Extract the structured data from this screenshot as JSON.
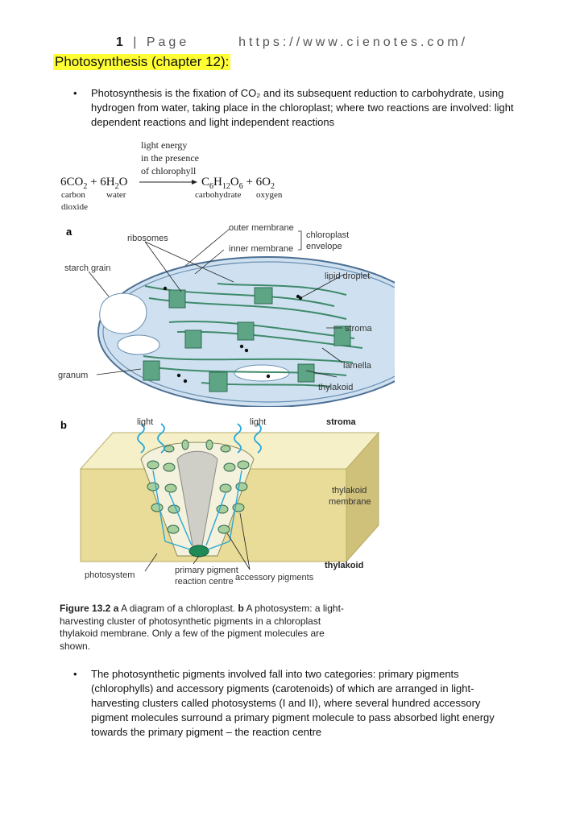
{
  "header": {
    "page_number": "1",
    "separator": "|",
    "page_word": "Page",
    "url": "https://www.cienotes.com/"
  },
  "title": "Photosynthesis (chapter 12):",
  "bullet1": "Photosynthesis is the fixation of CO₂ and its subsequent reduction to carbohydrate, using hydrogen from water, taking place in the chloroplast; where two reactions are involved: light dependent reactions and light independent reactions",
  "equation": {
    "condition_line1": "light energy",
    "condition_line2": "in the presence",
    "condition_line3": "of chlorophyll",
    "lhs_1": "6CO",
    "lhs_1_sub": "2",
    "lhs_plus": " + 6H",
    "lhs_2_sub": "2",
    "lhs_2_end": "O",
    "rhs_1": "C",
    "rhs_1_sub_a": "6",
    "rhs_1_mid": "H",
    "rhs_1_sub_b": "12",
    "rhs_1_end": "O",
    "rhs_1_sub_c": "6",
    "rhs_plus": " + 6O",
    "rhs_2_sub": "2",
    "label_carbon": "carbon",
    "label_water": "water",
    "label_dioxide": "dioxide",
    "label_carbohydrate": "carbohydrate",
    "label_oxygen": "oxygen"
  },
  "diagram_a": {
    "letter": "a",
    "ribosomes": "ribosomes",
    "outer_membrane": "outer membrane",
    "inner_membrane": "inner membrane",
    "envelope_1": "chloroplast",
    "envelope_2": "envelope",
    "starch_grain": "starch grain",
    "lipid_droplet": "lipid droplet",
    "stroma": "stroma",
    "lamella": "lamella",
    "granum": "granum",
    "thylakoid": "thylakoid"
  },
  "diagram_b": {
    "letter": "b",
    "light_left": "light",
    "light_right": "light",
    "stroma": "stroma",
    "thylakoid_membrane_1": "thylakoid",
    "thylakoid_membrane_2": "membrane",
    "thylakoid": "thylakoid",
    "photosystem": "photosystem",
    "primary_1": "primary pigment",
    "primary_2": "reaction centre",
    "accessory": "accessory pigments"
  },
  "caption": {
    "figure": "Figure 13.2",
    "a": "a",
    "a_text": " A diagram of a chloroplast. ",
    "b": "b",
    "b_text": " A photosystem: a light-harvesting cluster of photosynthetic pigments in a chloroplast thylakoid membrane. Only a few of the pigment molecules are shown."
  },
  "bullet2": "The photosynthetic pigments involved fall into two categories: primary pigments (chlorophylls) and accessory pigments (carotenoids) of which are arranged in light-harvesting clusters called photosystems (I and II), where several hundred accessory pigment molecules surround a primary pigment molecule to pass absorbed light energy towards the primary pigment – the reaction centre",
  "colors": {
    "highlight": "#ffff33",
    "stroma": "#cfe1f0",
    "thylakoid": "#3f8a6b",
    "membrane_box": "#efe7b0",
    "photon": "#29a8d8"
  }
}
